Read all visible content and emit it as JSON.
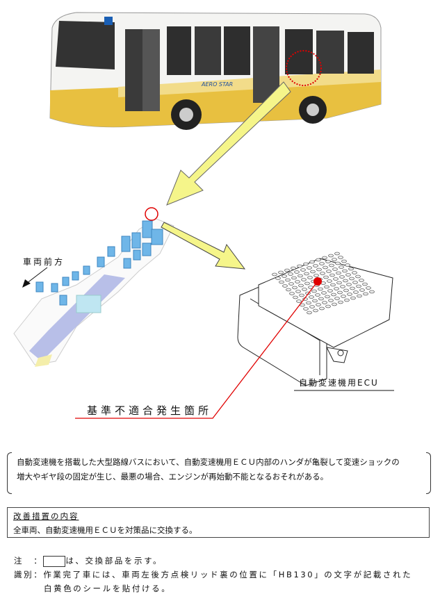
{
  "figure": {
    "direction_label": "車両前方",
    "defect_location_label": "基準不適合発生箇所",
    "part_label": "自動変速機用ECU",
    "bus_logo": "AERO STAR",
    "colors": {
      "highlight": "#e00000",
      "arrow": "#f5f58a",
      "seat": "#6fb6e8",
      "bus_band": "#e8c040"
    }
  },
  "description": {
    "line1": "自動変速機を搭載した大型路線バスにおいて、自動変速機用ＥＣＵ内部のハンダが亀裂して変速ショックの",
    "line2": "増大やギヤ段の固定が生じ、最悪の場合、エンジンが再始動不能となるおそれがある。"
  },
  "remedy": {
    "heading": "改善措置の内容",
    "text": "全車両、自動変速機用ＥＣＵを対策品に交換する。"
  },
  "notes": {
    "note_label": "注　：",
    "note_text": "は、交換部品を示す。",
    "id_label": "識別：",
    "id_line1": "作業完了車には、車両左後方点検リッド裏の位置に「HB130」の文字が記載された",
    "id_line2": "白黄色のシールを貼付ける。"
  }
}
